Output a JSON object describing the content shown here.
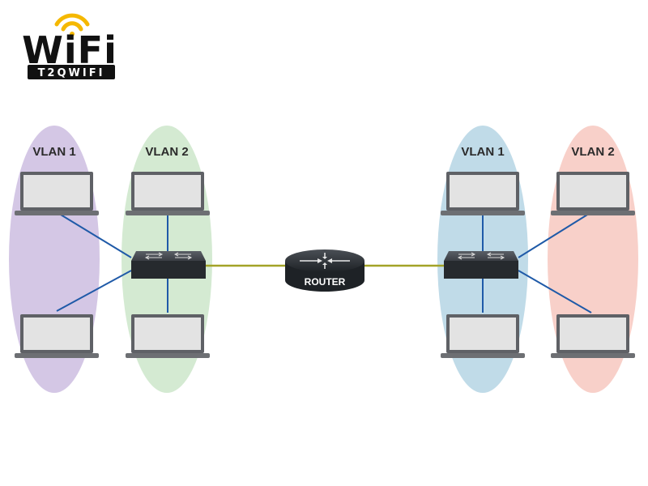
{
  "logo": {
    "brand": "WiFi",
    "sub": "T2QWIFI",
    "colors": {
      "text": "#111111",
      "accent": "#f5b800",
      "sub_bg": "#111111",
      "sub_text": "#ffffff"
    }
  },
  "diagram": {
    "router_label": "ROUTER",
    "groups": [
      {
        "label": "VLAN 1",
        "color": "#cdbde0"
      },
      {
        "label": "VLAN 2",
        "color": "#cfe8cd"
      },
      {
        "label": "VLAN 1",
        "color": "#b9d7e6"
      },
      {
        "label": "VLAN 2",
        "color": "#f7cbc3"
      }
    ],
    "colors": {
      "vlan_link": "#1f5aa8",
      "trunk_link": "#a3a327",
      "device_dark": "#262a2e",
      "laptop_frame": "#5f6166",
      "laptop_screen": "#e3e3e3",
      "label_text": "#2b2b2b"
    }
  }
}
